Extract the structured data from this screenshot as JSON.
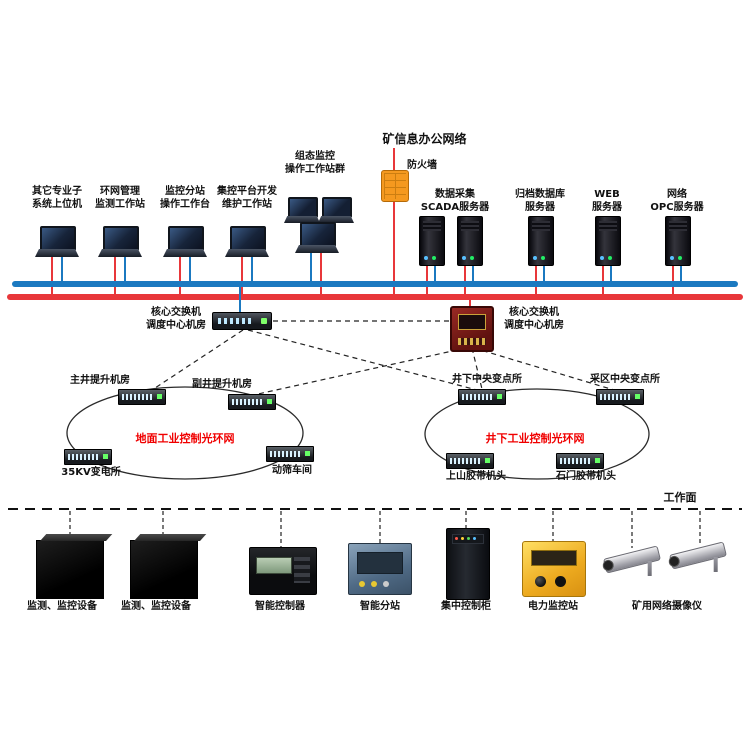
{
  "colors": {
    "bus_blue": "#1b79c0",
    "bus_red": "#e8373a",
    "ring_label_red": "#f00000",
    "firewall_orange": "#f5991f"
  },
  "top": {
    "office_network": "矿信息办公网络",
    "firewall_label": "防火墙",
    "config_group": {
      "l1": "组态监控",
      "l2": "操作工作站群"
    }
  },
  "workstations": [
    {
      "l1": "其它专业子",
      "l2": "系统上位机"
    },
    {
      "l1": "环网管理",
      "l2": "监测工作站"
    },
    {
      "l1": "监控分站",
      "l2": "操作工作台"
    },
    {
      "l1": "集控平台开发",
      "l2": "维护工作站"
    }
  ],
  "servers": [
    {
      "l1": "数据采集",
      "l2": "SCADA服务器"
    },
    {
      "l1": "归档数据库",
      "l2": "服务器"
    },
    {
      "l1": "WEB",
      "l2": "服务器"
    },
    {
      "l1": "网络",
      "l2": "OPC服务器"
    }
  ],
  "core_switches": {
    "left": {
      "l1": "核心交换机",
      "l2": "调度中心机房"
    },
    "right": {
      "l1": "核心交换机",
      "l2": "调度中心机房"
    }
  },
  "surface_ring": {
    "name": "地面工业控制光环网",
    "main_hoist": "主井提升机房",
    "aux_hoist": "副井提升机房",
    "kv35": "35KV变电所",
    "screen_shop": "动筛车间"
  },
  "underground_ring": {
    "name": "井下工业控制光环网",
    "central": "井下中央变点所",
    "district": "采区中央变点所",
    "uphill_belt": "上山胶带机头",
    "gate_belt": "石门胶带机头"
  },
  "working_face": "工作面",
  "bottom": [
    {
      "label": "监测、监控设备"
    },
    {
      "label": "监测、监控设备"
    },
    {
      "label": "智能控制器"
    },
    {
      "label": "智能分站"
    },
    {
      "label": "集中控制柜"
    },
    {
      "label": "电力监控站"
    },
    {
      "label": "矿用网络摄像仪"
    }
  ]
}
